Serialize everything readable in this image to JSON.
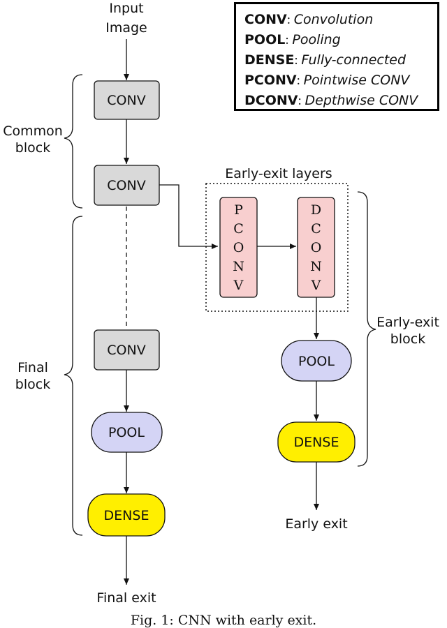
{
  "labels": {
    "input_line1": "Input",
    "input_line2": "Image",
    "common_line1": "Common",
    "common_line2": "block",
    "final_line1": "Final",
    "final_line2": "block",
    "early_line1": "Early-exit",
    "early_line2": "block",
    "early_layers": "Early-exit layers",
    "early_exit": "Early exit",
    "final_exit": "Final exit"
  },
  "nodes": {
    "conv1": "CONV",
    "conv2": "CONV",
    "conv3": "CONV",
    "pool_main": "POOL",
    "dense_main": "DENSE",
    "pconv": [
      "P",
      "C",
      "O",
      "N",
      "V"
    ],
    "dconv": [
      "D",
      "C",
      "O",
      "N",
      "V"
    ],
    "pool_early": "POOL",
    "dense_early": "DENSE"
  },
  "legend": [
    {
      "key": "CONV",
      "value": "Convolution"
    },
    {
      "key": "POOL",
      "value": "Pooling"
    },
    {
      "key": "DENSE",
      "value": "Fully-connected"
    },
    {
      "key": "PCONV",
      "value": "Pointwise CONV"
    },
    {
      "key": "DCONV",
      "value": "Depthwise CONV"
    }
  ],
  "colors": {
    "conv_fill": "#d9d9d9",
    "pool_fill": "#d4d4f5",
    "dense_fill": "#ffef00",
    "early_conv_fill": "#f8cfcf",
    "stroke": "#111111"
  },
  "caption": "Fig. 1: CNN with early exit."
}
